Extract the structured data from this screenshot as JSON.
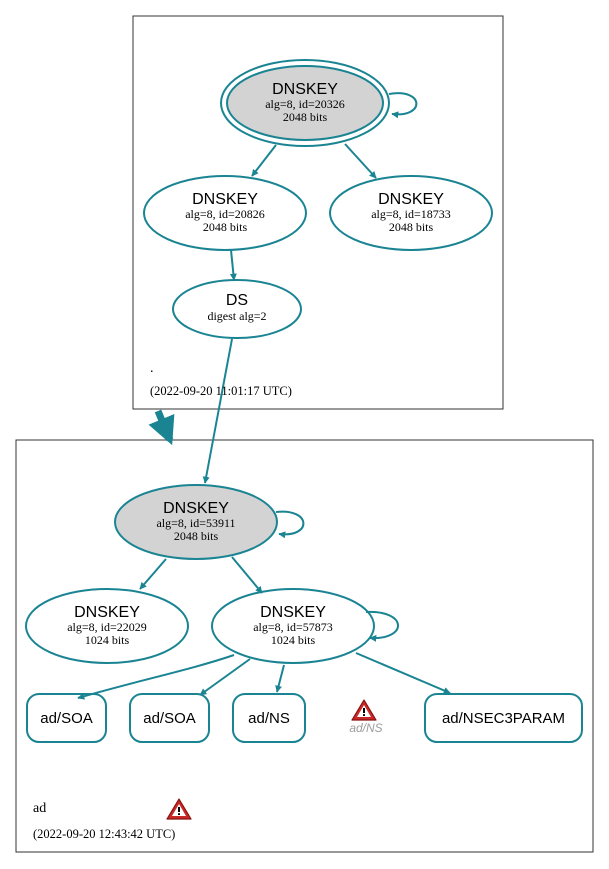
{
  "colors": {
    "edge": "#1a8493",
    "secure_fill": "#d3d3d3",
    "warning": "#c82828"
  },
  "zones": {
    "root": {
      "name": ".",
      "timestamp": "(2022-09-20 11:01:17 UTC)"
    },
    "ad": {
      "name": "ad",
      "timestamp": "(2022-09-20 12:43:42 UTC)"
    }
  },
  "nodes": {
    "root_ksk": {
      "title": "DNSKEY",
      "line1": "alg=8, id=20326",
      "line2": "2048 bits"
    },
    "root_zsk1": {
      "title": "DNSKEY",
      "line1": "alg=8, id=20826",
      "line2": "2048 bits"
    },
    "root_zsk2": {
      "title": "DNSKEY",
      "line1": "alg=8, id=18733",
      "line2": "2048 bits"
    },
    "ds": {
      "title": "DS",
      "line1": "digest alg=2"
    },
    "ad_ksk": {
      "title": "DNSKEY",
      "line1": "alg=8, id=53911",
      "line2": "2048 bits"
    },
    "ad_zsk1": {
      "title": "DNSKEY",
      "line1": "alg=8, id=22029",
      "line2": "1024 bits"
    },
    "ad_zsk2": {
      "title": "DNSKEY",
      "line1": "alg=8, id=57873",
      "line2": "1024 bits"
    }
  },
  "rrsets": {
    "soa1": "ad/SOA",
    "soa2": "ad/SOA",
    "ns": "ad/NS",
    "nsec3param": "ad/NSEC3PARAM",
    "missing_ns": "ad/NS"
  },
  "icons": {
    "warning": "warning-triangle-icon"
  }
}
